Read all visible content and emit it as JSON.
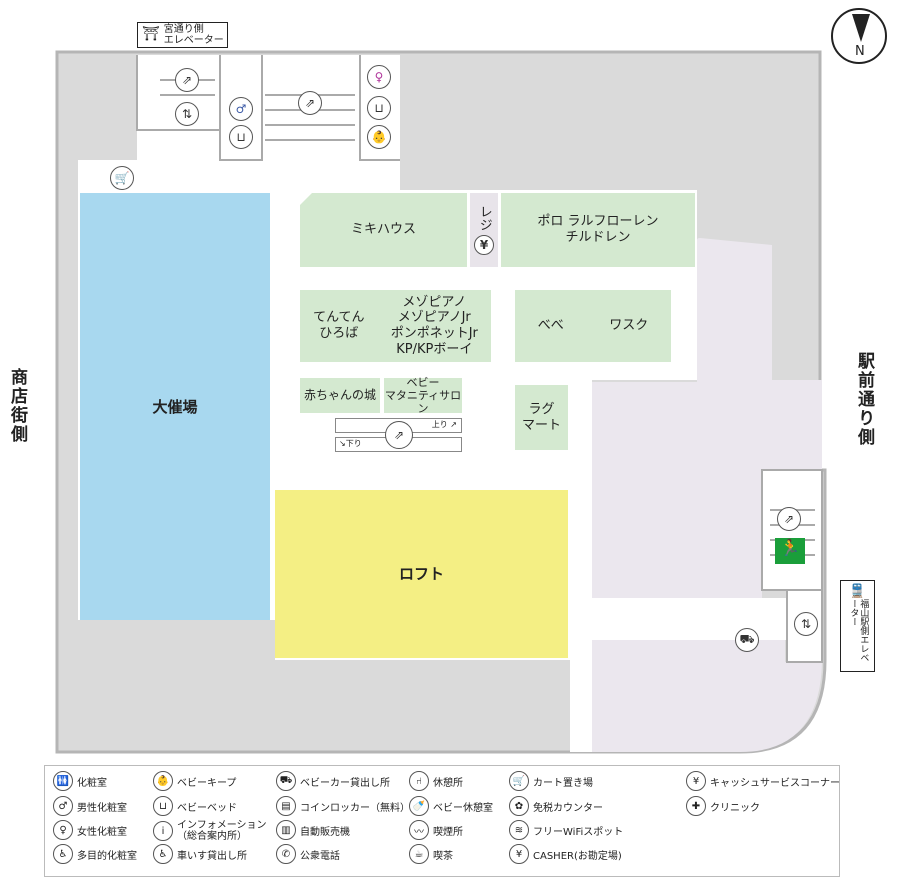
{
  "map": {
    "side_left": "商店街側",
    "side_right": "駅前通り側",
    "compass": "N",
    "sign_top_elevator": [
      "宮通り側",
      "エレベーター"
    ],
    "sign_right_elevator": "福山駅側エレベーター",
    "stores": {
      "main_hall": "大催場",
      "loft": "ロフト",
      "mikihouse": "ミキハウス",
      "register": "レジ",
      "polo": [
        "ポロ ラルフローレン",
        "チルドレン"
      ],
      "tenten": [
        "てんてん",
        "ひろば"
      ],
      "mezzo": [
        "メゾピアノ",
        "メゾピアノJr",
        "ポンポネットJr",
        "KP/KPボーイ"
      ],
      "bebe": "べべ",
      "wask": "ワスク",
      "akachan": "赤ちゃんの城",
      "maternity": [
        "ベビー",
        "マタニティサロン"
      ],
      "ragmart": [
        "ラグ",
        "マート"
      ]
    },
    "escalator": {
      "up": "上り ↗",
      "down": "↘下り"
    }
  },
  "legend": [
    {
      "icon": "restroom-icon",
      "glyph": "🚻",
      "label": "化粧室"
    },
    {
      "icon": "mens-restroom-icon",
      "glyph": "♂",
      "label": "男性化粧室"
    },
    {
      "icon": "womens-restroom-icon",
      "glyph": "♀",
      "label": "女性化粧室"
    },
    {
      "icon": "accessible-restroom-icon",
      "glyph": "♿",
      "label": "多目的化粧室"
    },
    {
      "icon": "baby-keep-icon",
      "glyph": "👶",
      "label": "ベビーキープ"
    },
    {
      "icon": "baby-bed-icon",
      "glyph": "⊔",
      "label": "ベビーベッド"
    },
    {
      "icon": "information-icon",
      "glyph": "i",
      "label": "インフォメーション",
      "label2": "（総合案内所）"
    },
    {
      "icon": "wheelchair-rental-icon",
      "glyph": "♿",
      "label": "車いす貸出し所"
    },
    {
      "icon": "stroller-rental-icon",
      "glyph": "⛟",
      "label": "ベビーカー貸出し所"
    },
    {
      "icon": "coin-locker-icon",
      "glyph": "▤",
      "label": "コインロッカー（無料）"
    },
    {
      "icon": "vending-machine-icon",
      "glyph": "▥",
      "label": "自動販売機"
    },
    {
      "icon": "public-phone-icon",
      "glyph": "✆",
      "label": "公衆電話"
    },
    {
      "icon": "rest-area-icon",
      "glyph": "⑁",
      "label": "休憩所"
    },
    {
      "icon": "baby-rest-room-icon",
      "glyph": "🍼",
      "label": "ベビー休憩室"
    },
    {
      "icon": "smoking-area-icon",
      "glyph": "〰",
      "label": "喫煙所"
    },
    {
      "icon": "cafe-icon",
      "glyph": "☕",
      "label": "喫茶"
    },
    {
      "icon": "cart-icon",
      "glyph": "🛒",
      "label": "カート置き場"
    },
    {
      "icon": "tax-free-icon",
      "glyph": "✿",
      "label": "免税カウンター"
    },
    {
      "icon": "wifi-icon",
      "glyph": "≋",
      "label": "フリーWiFiスポット"
    },
    {
      "icon": "yen-icon",
      "glyph": "¥",
      "label": "CASHER(お勘定場)"
    },
    {
      "icon": "cash-service-icon",
      "glyph": "¥",
      "label": "キャッシュサービスコーナー"
    },
    {
      "icon": "clinic-icon",
      "glyph": "✚",
      "label": "クリニック"
    }
  ]
}
